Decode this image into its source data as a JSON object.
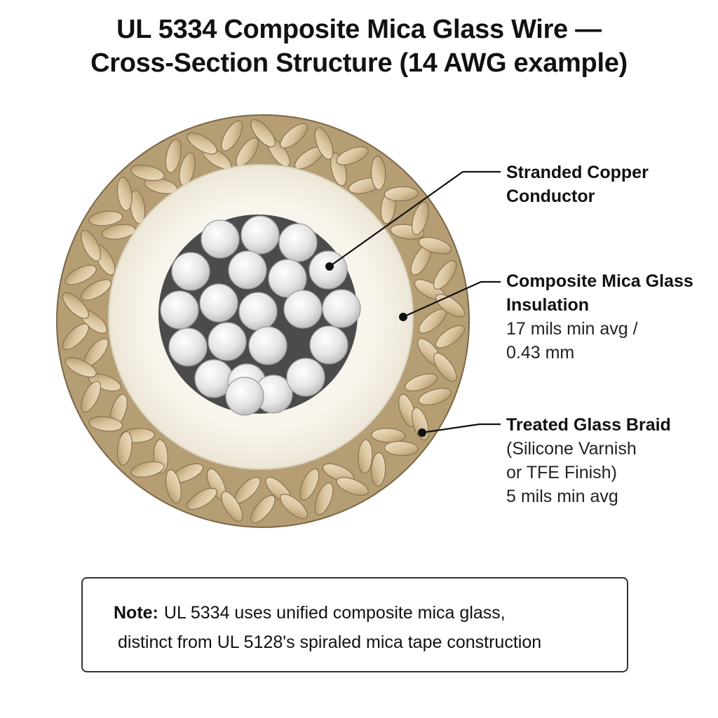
{
  "title": {
    "line1": "UL 5334 Composite Mica Glass Wire —",
    "line2": "Cross-Section Structure (14 AWG example)"
  },
  "callouts": {
    "conductor": {
      "heading_line1": "Stranded Copper",
      "heading_line2": "Conductor"
    },
    "insulation": {
      "heading_line1": "Composite Mica Glass",
      "heading_line2": "Insulation",
      "detail_line1": "17 mils min avg /",
      "detail_line2": "0.43 mm"
    },
    "braid": {
      "heading_line1": "Treated Glass Braid",
      "detail_line1": "(Silicone Varnish",
      "detail_line2": "or TFE Finish)",
      "detail_line3": "5 mils min avg"
    }
  },
  "note": {
    "lead": "Note:",
    "line1": "UL 5334 uses unified composite mica glass,",
    "line2": "distinct from UL 5128's spiraled mica tape construction"
  },
  "colors": {
    "braid": "#d9c6a2",
    "braid_dark": "#8a7452",
    "insulation": "#f6f3ea",
    "conductor_bg": "#4a4a4a",
    "strand": "#e8e8e8",
    "leader": "#111111"
  }
}
